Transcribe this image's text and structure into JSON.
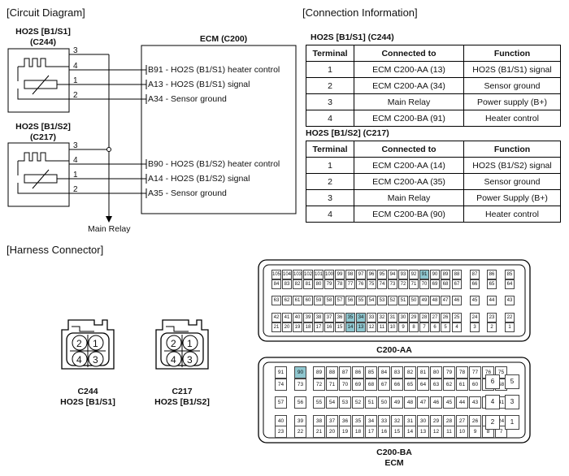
{
  "sections": {
    "circuit": "[Circuit Diagram]",
    "connection": "[Connection Information]",
    "harness": "[Harness Connector]"
  },
  "sensor1": {
    "name": "HO2S [B1/S1]",
    "code": "(C244)",
    "pins": [
      "3",
      "4",
      "1",
      "2"
    ]
  },
  "sensor2": {
    "name": "HO2S [B1/S2]",
    "code": "(C217)",
    "pins": [
      "3",
      "4",
      "1",
      "2"
    ]
  },
  "ecm": {
    "title": "ECM (C200)",
    "signals": [
      "B91 - HO2S (B1/S1) heater control",
      "A13 - HO2S (B1/S1) signal",
      "A34 - Sensor ground",
      "B90 - HO2S (B1/S2) heater control",
      "A14 - HO2S (B1/S2) signal",
      "A35 - Sensor ground"
    ]
  },
  "main_relay": "Main Relay",
  "tables": [
    {
      "caption": "HO2S [B1/S1] (C244)",
      "headers": [
        "Terminal",
        "Connected to",
        "Function"
      ],
      "rows": [
        [
          "1",
          "ECM C200-AA (13)",
          "HO2S (B1/S1) signal"
        ],
        [
          "2",
          "ECM C200-AA (34)",
          "Sensor ground"
        ],
        [
          "3",
          "Main Relay",
          "Power supply (B+)"
        ],
        [
          "4",
          "ECM C200-BA (91)",
          "Heater control"
        ]
      ]
    },
    {
      "caption": "HO2S [B1/S2] (C217)",
      "headers": [
        "Terminal",
        "Connected to",
        "Function"
      ],
      "rows": [
        [
          "1",
          "ECM C200-AA (14)",
          "HO2S (B1/S2) signal"
        ],
        [
          "2",
          "ECM C200-AA (35)",
          "Sensor ground"
        ],
        [
          "3",
          "Main Relay",
          "Power Supply (B+)"
        ],
        [
          "4",
          "ECM C200-BA (90)",
          "Heater control"
        ]
      ]
    }
  ],
  "connectors": [
    {
      "code": "C244",
      "name": "HO2S [B1/S1]",
      "pins": [
        "2",
        "1",
        "4",
        "3"
      ]
    },
    {
      "code": "C217",
      "name": "HO2S [B1/S2]",
      "pins": [
        "2",
        "1",
        "4",
        "3"
      ]
    }
  ],
  "ecm_aa": {
    "label": "C200-AA",
    "highlight": [
      "91",
      "35",
      "34",
      "14",
      "13"
    ],
    "rows": [
      [
        [
          "105",
          "104",
          "103",
          "102",
          "101",
          "100",
          "99",
          "98",
          "97",
          "96",
          "95",
          "94",
          "93",
          "92",
          "91",
          "90",
          "89"
        ],
        [
          "88"
        ],
        [
          "87"
        ],
        [
          "86"
        ],
        [
          "85"
        ]
      ],
      [
        [
          "84",
          "83",
          "82",
          "81",
          "80",
          "79",
          "78",
          "77",
          "76",
          "75",
          "74",
          "73",
          "72",
          "71",
          "70",
          "69",
          "68"
        ],
        [
          "67"
        ],
        [
          "66"
        ],
        [
          "65"
        ],
        [
          "64"
        ]
      ],
      [
        [
          "63",
          "62",
          "61",
          "60",
          "59",
          "58",
          "57",
          "56",
          "55",
          "54",
          "53",
          "52",
          "51",
          "50",
          "49",
          "48",
          "47"
        ],
        [
          "46"
        ],
        [
          "45"
        ],
        [
          "44"
        ],
        [
          "43"
        ]
      ],
      [
        [
          "42",
          "41",
          "40",
          "39",
          "38",
          "37",
          "36",
          "35",
          "34",
          "33",
          "32",
          "31",
          "30",
          "29",
          "28",
          "27",
          "26"
        ],
        [
          "25"
        ],
        [
          "24"
        ],
        [
          "23"
        ],
        [
          "22"
        ]
      ],
      [
        [
          "21",
          "20",
          "19",
          "18",
          "17",
          "16",
          "15",
          "14",
          "13",
          "12",
          "11",
          "10",
          "9",
          "8",
          "7",
          "6",
          "5"
        ],
        [
          "4"
        ],
        [
          "3"
        ],
        [
          "2"
        ],
        [
          "1"
        ]
      ]
    ]
  },
  "ecm_ba": {
    "label": "C200-BA",
    "sublabel": "ECM",
    "highlight": [
      "90"
    ],
    "rows": [
      [
        [
          "91"
        ],
        [
          "90"
        ],
        [
          "89",
          "88",
          "87",
          "86",
          "85",
          "84",
          "83",
          "82",
          "81",
          "80",
          "79",
          "78",
          "77",
          "76",
          "75"
        ]
      ],
      [
        [
          "74"
        ],
        [
          "73"
        ],
        [
          "72",
          "71",
          "70",
          "69",
          "68",
          "67",
          "66",
          "65",
          "64",
          "63",
          "62",
          "61",
          "60",
          "59",
          "58"
        ]
      ],
      [
        [
          "57"
        ],
        [
          "56"
        ],
        [
          "55",
          "54",
          "53",
          "52",
          "51",
          "50",
          "49",
          "48",
          "47",
          "46",
          "45",
          "44",
          "43",
          "42",
          "41"
        ]
      ],
      [
        [
          "40"
        ],
        [
          "39"
        ],
        [
          "38",
          "37",
          "36",
          "35",
          "34",
          "33",
          "32",
          "31",
          "30",
          "29",
          "28",
          "27",
          "26",
          "25",
          "24"
        ]
      ],
      [
        [
          "23"
        ],
        [
          "22"
        ],
        [
          "21",
          "20",
          "19",
          "18",
          "17",
          "16",
          "15",
          "14",
          "13",
          "12",
          "11",
          "10",
          "9",
          "8",
          "7"
        ]
      ]
    ],
    "side": [
      [
        "6",
        "5"
      ],
      [
        "4",
        "3"
      ],
      [
        "2",
        "1"
      ]
    ]
  }
}
